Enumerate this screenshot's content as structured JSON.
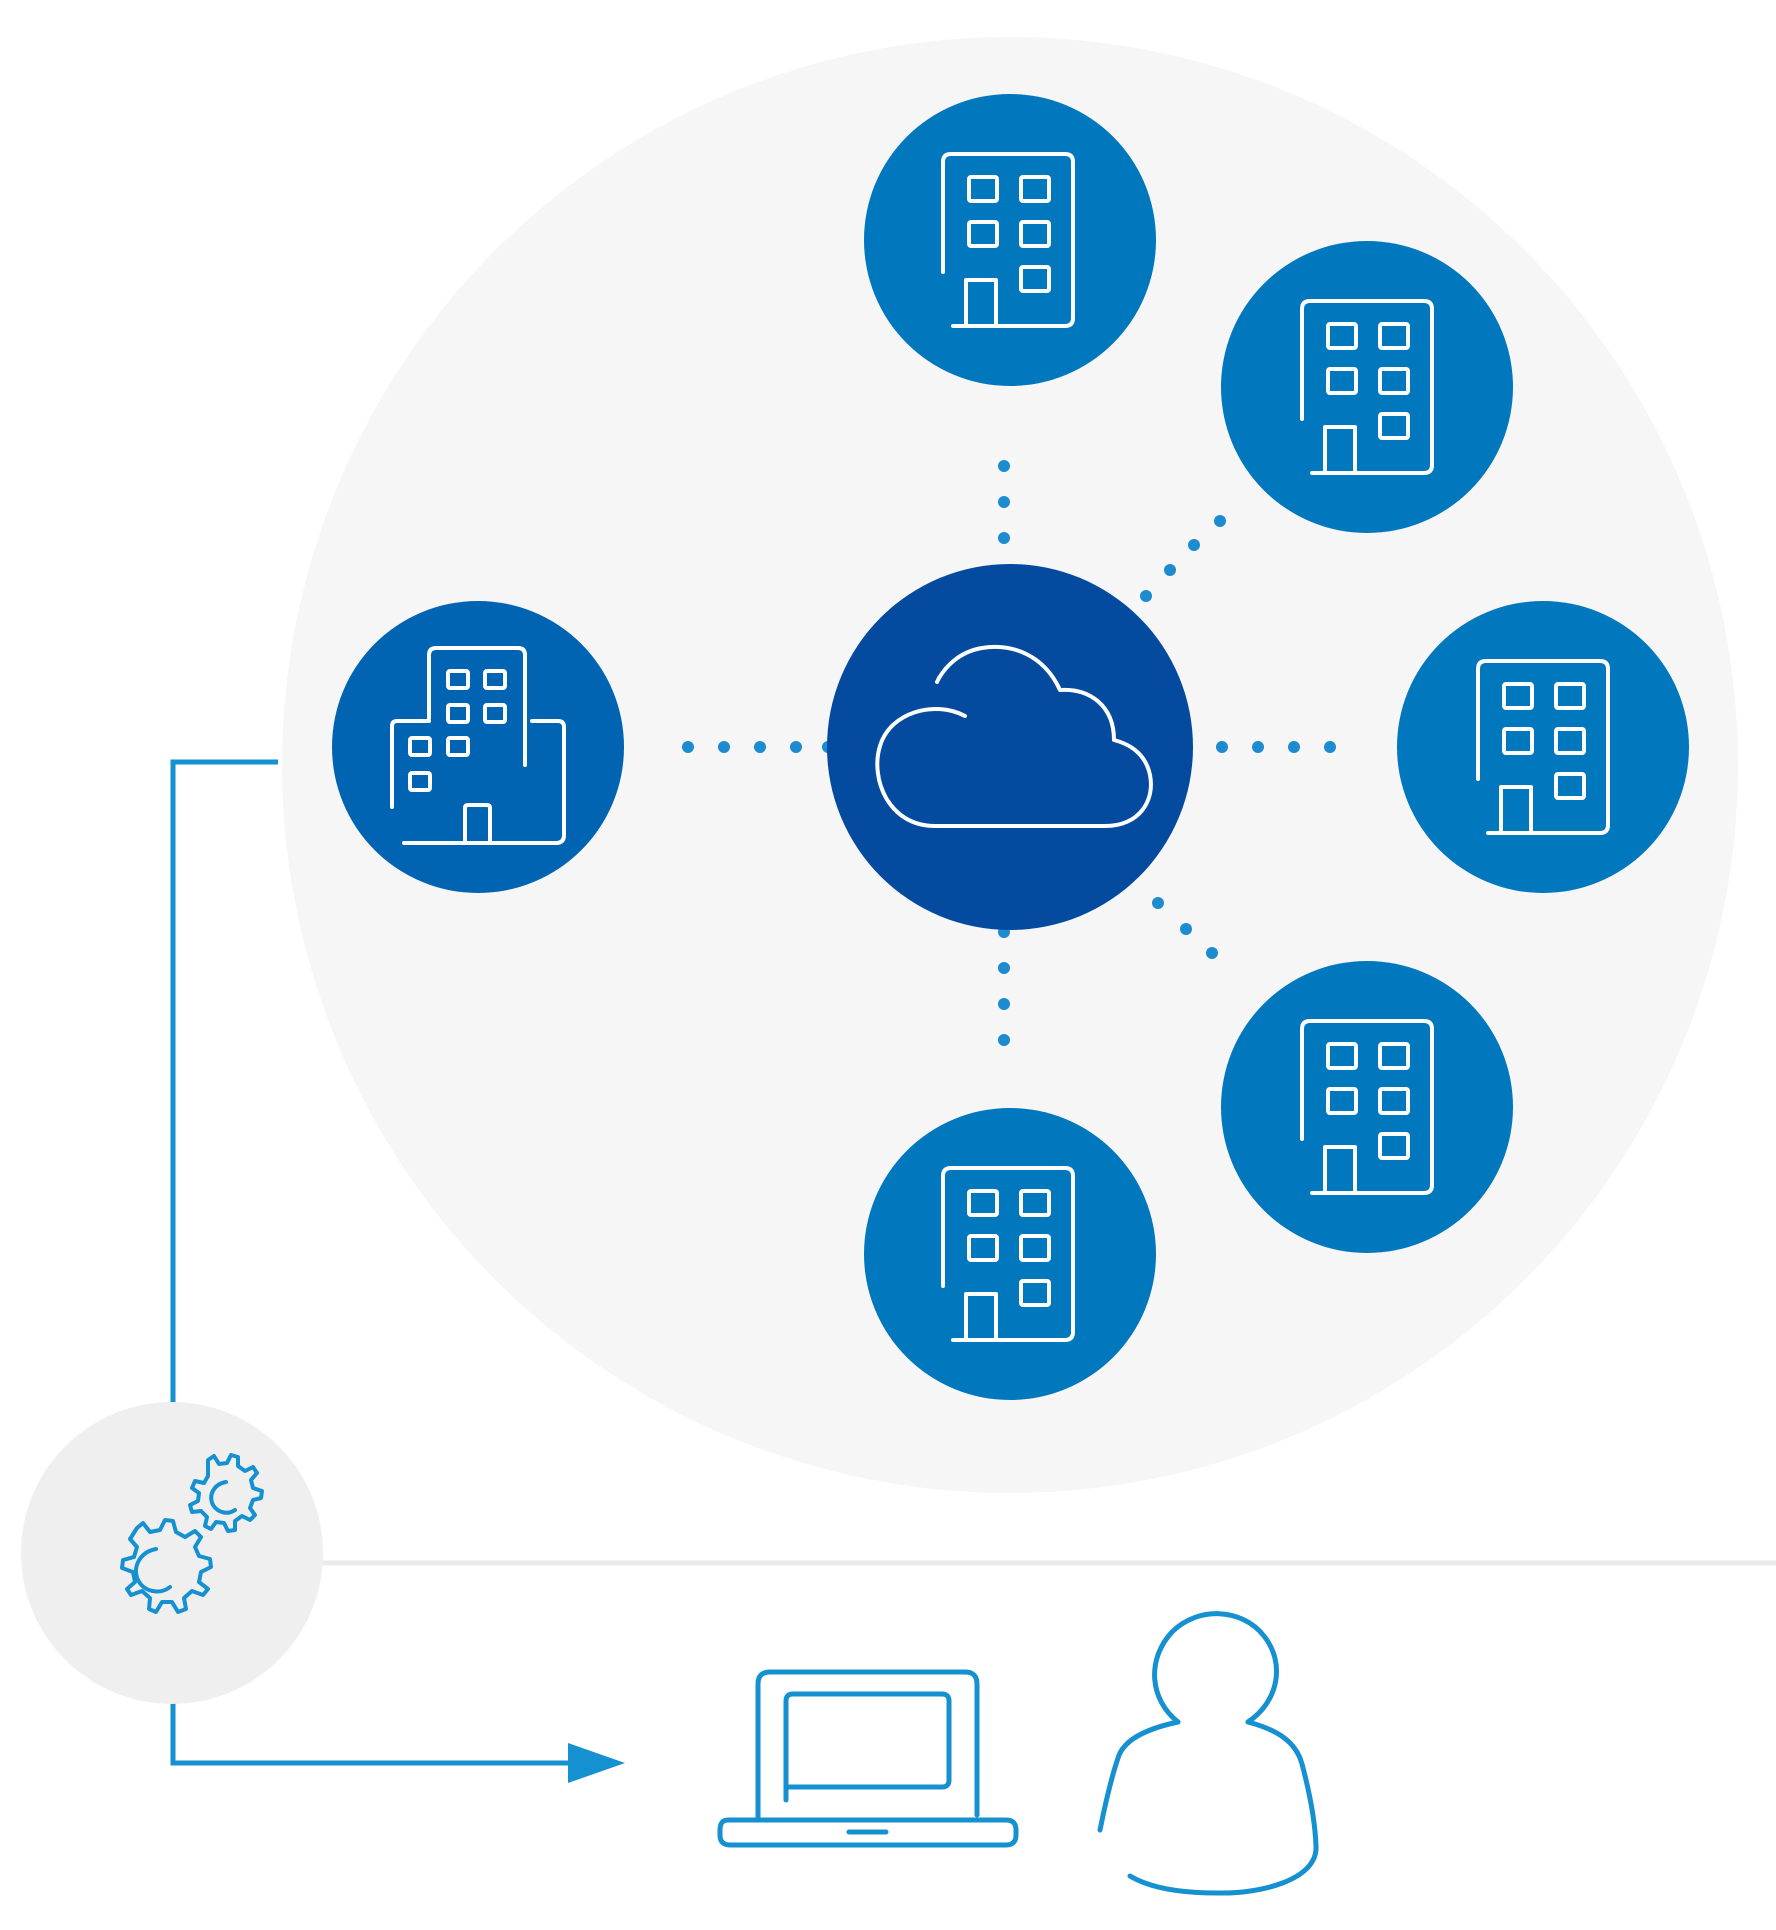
{
  "colors": {
    "page_background": "#ffffff",
    "halo": "#f6f6f6",
    "hub": "#044ba0",
    "node": "#0178bd",
    "node_left": "#0164b2",
    "dot": "#1d8bcf",
    "line": "#1590d0",
    "gear_disc": "#efefef",
    "divider": "#eaeaea",
    "icon_stroke": "#ffffff"
  },
  "hub": {
    "icon": "cloud-icon"
  },
  "sites": [
    {
      "id": "top",
      "icon": "office-building-icon"
    },
    {
      "id": "upper-right",
      "icon": "office-building-icon"
    },
    {
      "id": "right",
      "icon": "office-building-icon"
    },
    {
      "id": "lower-right",
      "icon": "office-building-icon"
    },
    {
      "id": "bottom",
      "icon": "office-building-icon"
    },
    {
      "id": "left",
      "icon": "office-campus-icon"
    }
  ],
  "management": {
    "icon": "gears-icon"
  },
  "endpoint": {
    "icons": [
      "laptop-icon",
      "user-icon"
    ]
  }
}
